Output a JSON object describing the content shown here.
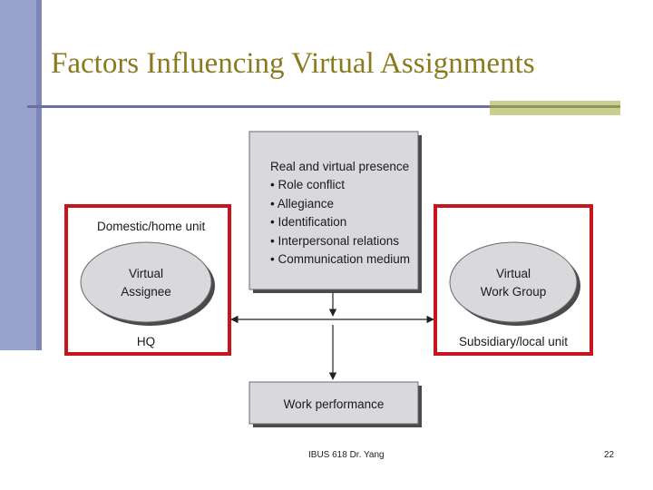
{
  "slide": {
    "title": "Factors Influencing Virtual Assignments",
    "footer": "IBUS 618 Dr. Yang",
    "page_number": "22"
  },
  "diagram": {
    "center_box": {
      "heading": "Real and virtual presence",
      "bullets": [
        "• Role conflict",
        "• Allegiance",
        "• Identification",
        "• Interpersonal relations",
        "• Communication medium"
      ]
    },
    "left_unit": {
      "label": "Domestic/home unit",
      "ellipse_line1": "Virtual",
      "ellipse_line2": "Assignee",
      "bottom_label": "HQ"
    },
    "right_unit": {
      "ellipse_line1": "Virtual",
      "ellipse_line2": "Work Group",
      "bottom_label": "Subsidiary/local unit"
    },
    "bottom_box": {
      "label": "Work performance"
    },
    "colors": {
      "frame_red": "#c8151d",
      "box_grey": "#d9d9dd",
      "title_olive": "#8a7a1e",
      "sidebar_blue": "#98a2cc"
    }
  }
}
